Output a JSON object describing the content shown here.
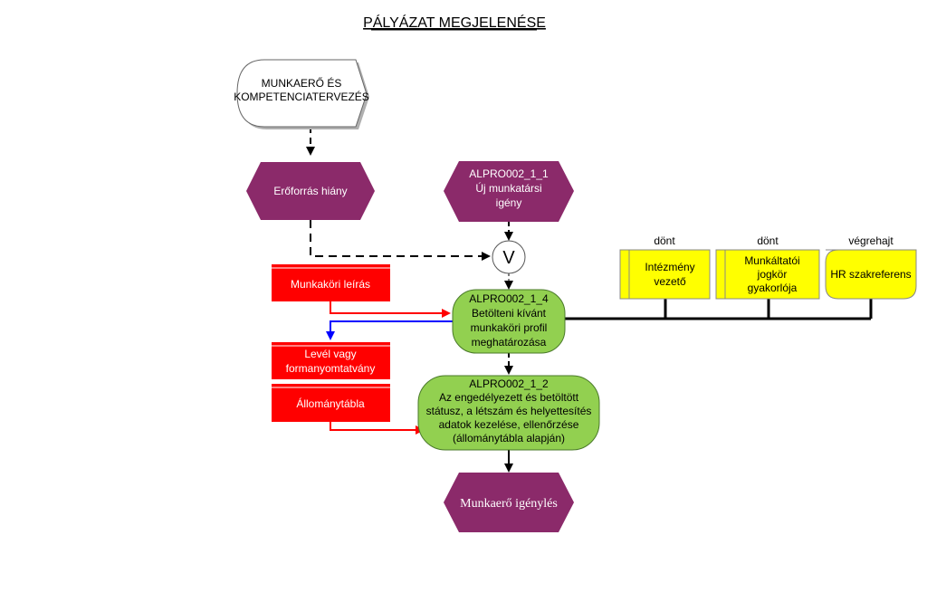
{
  "title": "PÁLYÁZAT MEGJELENÉSE",
  "start_node": {
    "line1": "MUNKAERŐ ÉS",
    "line2": "KOMPETENCIATERVEZÉS"
  },
  "event_resource": {
    "line1": "Erőforrás hiány"
  },
  "event_new_need": {
    "line1": "ALPRO002_1_1",
    "line2": "Új munkatársi",
    "line3": "igény"
  },
  "connector": {
    "label": "V"
  },
  "doc_job_description": {
    "line1": "Munkaköri leírás"
  },
  "doc_letter_form": {
    "line1": "Levél vagy",
    "line2": "formanyomtatvány"
  },
  "doc_staff_table": {
    "line1": "Állománytábla"
  },
  "func_profile": {
    "line1": "ALPRO002_1_4",
    "line2": "Betölteni kívánt",
    "line3": "munkaköri profil",
    "line4": "meghatározása"
  },
  "func_status": {
    "line1": "ALPRO002_1_2",
    "line2": "Az engedélyezett és betöltött",
    "line3": "státusz, a létszám és helyettesítés",
    "line4": "adatok kezelése, ellenőrzése",
    "line5": "(állománytábla alapján)"
  },
  "event_request": {
    "line1": "Munkaerő igénylés"
  },
  "roles": [
    {
      "action": "dönt",
      "line1": "Intézmény",
      "line2": "vezető"
    },
    {
      "action": "dönt",
      "line1": "Munkáltatói",
      "line2": "jogkör",
      "line3": "gyakorlója"
    },
    {
      "action": "végrehajt",
      "line1": "HR szakreferens"
    }
  ],
  "colors": {
    "event": "#8b2a6a",
    "function": "#92d050",
    "document": "#ff0000",
    "role": "#ffff00",
    "data_arrow": "#ff0000",
    "output_arrow": "#0000ff"
  }
}
